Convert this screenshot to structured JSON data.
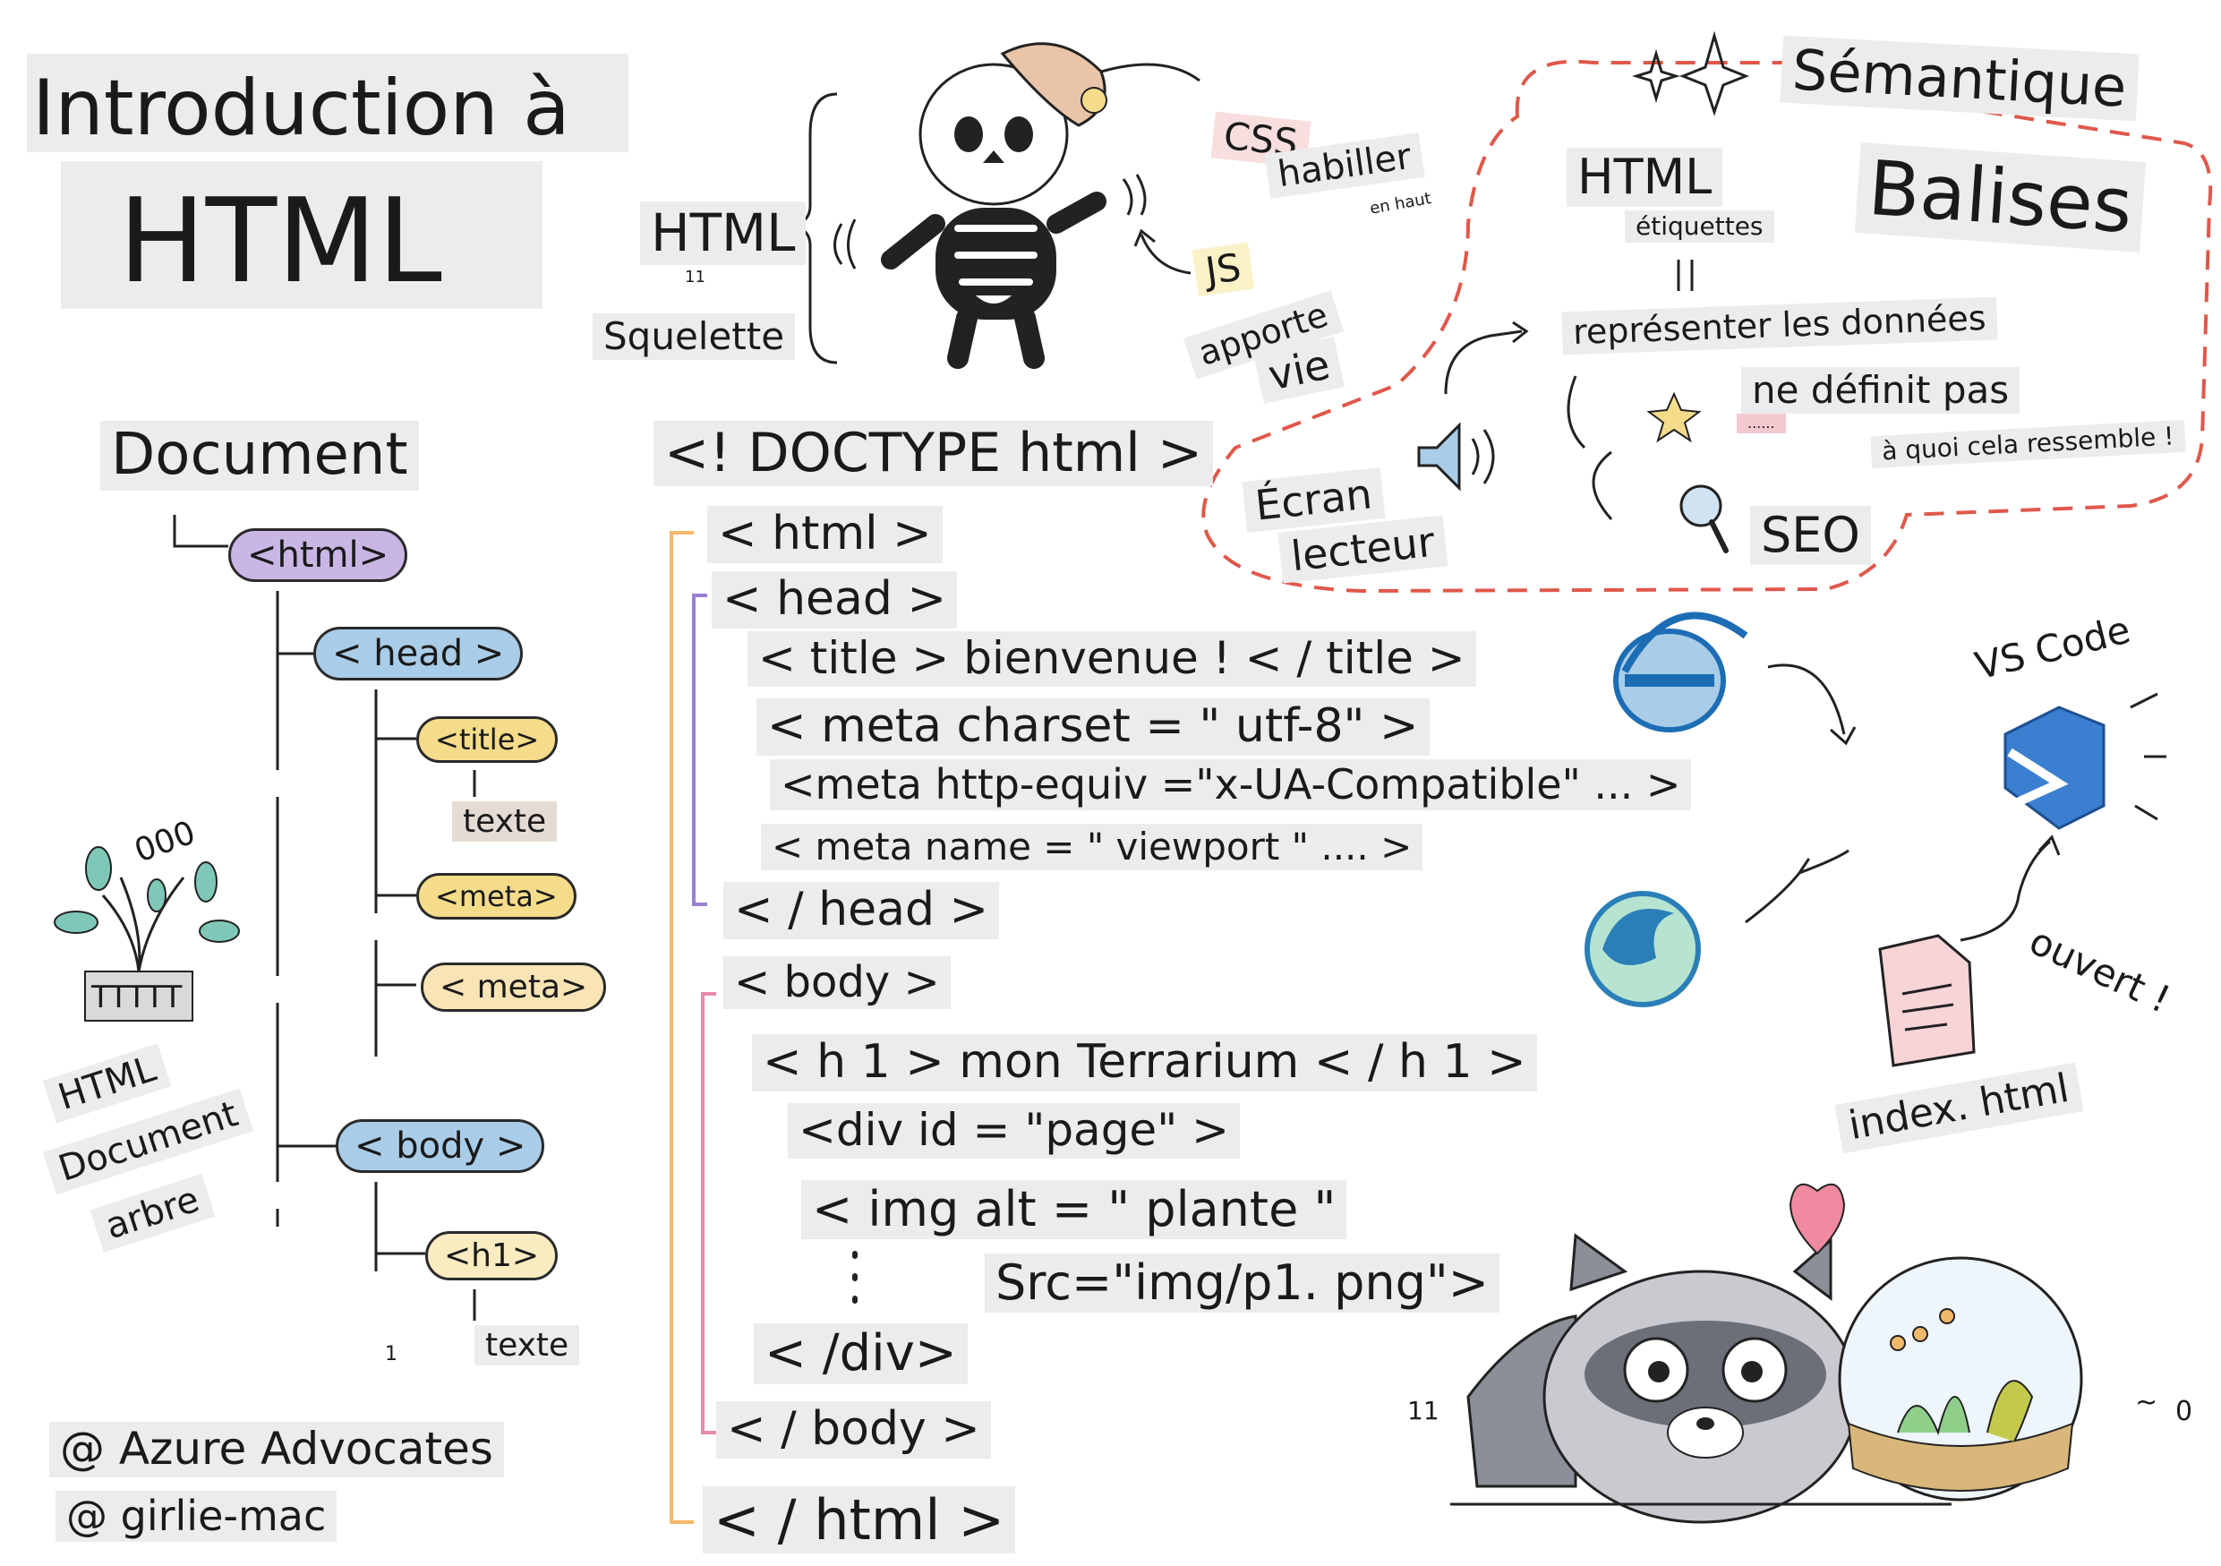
{
  "title": {
    "line1": "Introduction à",
    "line2": "HTML"
  },
  "skeleton": {
    "html": "HTML",
    "eleven": "11",
    "skeleton": "Squelette",
    "css": "CSS",
    "dress": "habiller",
    "top": "en haut",
    "js": "JS",
    "brings": "apporte",
    "life": "vie"
  },
  "semantic": {
    "title": "Sémantique",
    "tags_big": "Balises",
    "html": "HTML",
    "labels": "étiquettes",
    "represent": "représenter les données",
    "not_define": "ne définit pas",
    "dots": "......",
    "what_looks": "à quoi cela ressemble !",
    "screen": "Écran",
    "reader": "lecteur",
    "seo": "SEO"
  },
  "tree": {
    "document": "Document",
    "html": "<html>",
    "head": "< head >",
    "title": "<title>",
    "text1": "texte",
    "meta1": "<meta>",
    "meta2": "< meta>",
    "body": "< body >",
    "h1": "<h1>",
    "text2": "texte",
    "one": "1",
    "plant_label": "TTTTT",
    "plant_dots": "000",
    "caption1": "HTML",
    "caption2": "Document",
    "caption3": "arbre"
  },
  "code": {
    "doctype": "<! DOCTYPE html >",
    "html_open": "< html >",
    "head_open": "< head >",
    "title_line": "< title > bienvenue ! < / title >",
    "meta_charset": "< meta charset = \" utf-8\" >",
    "meta_http": "<meta http-equiv =\"x-UA-Compatible\" ... >",
    "meta_name": "< meta name = \" viewport \" .... >",
    "head_close": "< / head >",
    "body_open": "< body >",
    "h1_line": "< h 1 > mon Terrarium < / h 1 >",
    "div_open": "<div id = \"page\" >",
    "img_alt": "< img alt = \" plante \"",
    "img_src": "Src=\"img/p1. png\">",
    "div_close": "< /div>",
    "body_close": "< / body >",
    "html_close": "< / html >"
  },
  "tools": {
    "vscode": "VS Code",
    "open": "ouvert !",
    "file": "index. html"
  },
  "credits": {
    "line1": "@ Azure Advocates",
    "line2": "@ girlie-mac"
  },
  "misc": {
    "eleven2": "11",
    "zero": "0",
    "tilde": "~"
  },
  "colors": {
    "purple": "#c9b6e4",
    "blue": "#a9cde8",
    "yellow": "#f5dc8a",
    "orange": "#f3b86a",
    "pink": "#e88aa8",
    "red_dash": "#e0584a",
    "violet_bracket": "#9b7fd0"
  }
}
